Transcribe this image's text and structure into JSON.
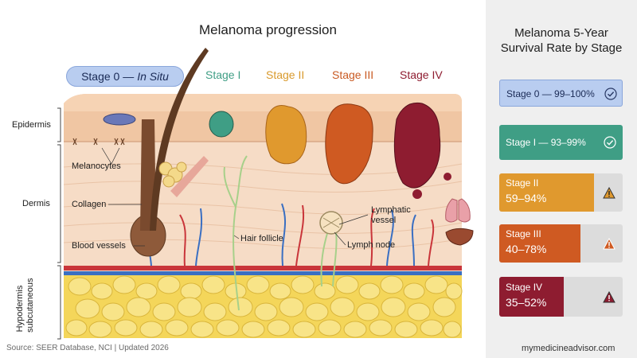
{
  "header": {
    "title": "Melanoma progression"
  },
  "stages": {
    "stage0_prefix": "Stage 0 —",
    "stage0_emph": "In Situ",
    "stage1": "Stage I",
    "stage2": "Stage II",
    "stage3": "Stage III",
    "stage4": "Stage IV"
  },
  "layers": {
    "epidermis": "Epidermis",
    "dermis": "Dermis",
    "hypodermis": "Hypodermis",
    "subcutaneous": "subcutaneous"
  },
  "labels": {
    "melanocytes": "Melanocytes",
    "collagen": "Collagen",
    "blood_vessels": "Blood vessels",
    "hair_follicle": "Hair follicle",
    "lymphatic_vessel_1": "Lymphatic",
    "lymphatic_vessel_2": "vessel",
    "lymph_node": "Lymph node"
  },
  "footer": {
    "source": "Source: SEER Database, NCI | Updated 2026",
    "brand": "mymedicineadvisor.com"
  },
  "panel": {
    "title_line1": "Melanoma 5-Year",
    "title_line2": "Survival Rate by Stage",
    "cards": [
      {
        "label": "Stage 0 — 99–100%",
        "fill": 1.0,
        "color": "#b9cdf0",
        "text_color": "#1a2a55",
        "icon": "check-circle-icon"
      },
      {
        "label": "Stage I — 93–99%",
        "fill": 1.0,
        "color": "#3f9e85",
        "text_color": "#ffffff",
        "icon": "check-circle-icon"
      },
      {
        "label_line1": "Stage II",
        "label_line2": "59–94%",
        "fill": 0.77,
        "color": "#e0992e",
        "icon": "warning-icon"
      },
      {
        "label_line1": "Stage III",
        "label_line2": "40–78%",
        "fill": 0.66,
        "color": "#cf5a22",
        "icon": "warning-icon"
      },
      {
        "label_line1": "Stage IV",
        "label_line2": "35–52%",
        "fill": 0.52,
        "color": "#8e1c30",
        "icon": "warning-icon"
      }
    ]
  },
  "colors": {
    "stage0": "#b9cdf0",
    "stage1": "#3f9e85",
    "stage2": "#e0992e",
    "stage3": "#cf5a22",
    "stage4": "#8e1c30"
  }
}
